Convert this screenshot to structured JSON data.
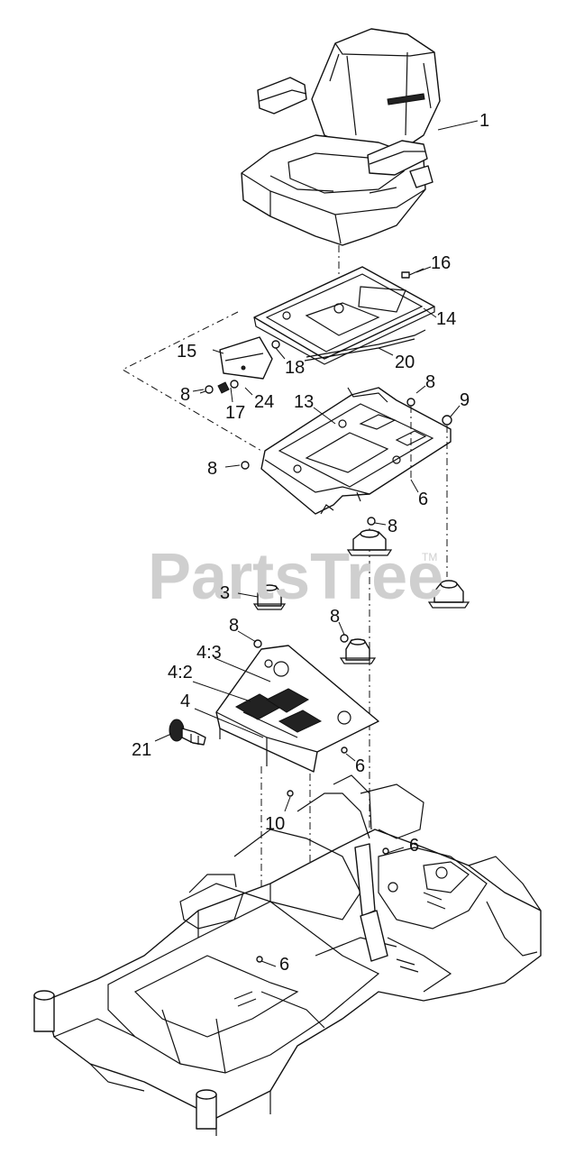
{
  "watermark": {
    "text": "PartsTree",
    "trademark": "TM"
  },
  "callouts": [
    {
      "id": "c1",
      "label": "1"
    },
    {
      "id": "c16",
      "label": "16"
    },
    {
      "id": "c14",
      "label": "14"
    },
    {
      "id": "c15",
      "label": "15"
    },
    {
      "id": "c18",
      "label": "18"
    },
    {
      "id": "c20",
      "label": "20"
    },
    {
      "id": "c8a",
      "label": "8"
    },
    {
      "id": "c17",
      "label": "17"
    },
    {
      "id": "c24",
      "label": "24"
    },
    {
      "id": "c8b",
      "label": "8"
    },
    {
      "id": "c9",
      "label": "9"
    },
    {
      "id": "c13",
      "label": "13"
    },
    {
      "id": "c8c",
      "label": "8"
    },
    {
      "id": "c6a",
      "label": "6"
    },
    {
      "id": "c8d",
      "label": "8"
    },
    {
      "id": "c3",
      "label": "3"
    },
    {
      "id": "c8e",
      "label": "8"
    },
    {
      "id": "c8f",
      "label": "8"
    },
    {
      "id": "c43",
      "label": "4:3"
    },
    {
      "id": "c42",
      "label": "4:2"
    },
    {
      "id": "c4",
      "label": "4"
    },
    {
      "id": "c21",
      "label": "21"
    },
    {
      "id": "c6b",
      "label": "6"
    },
    {
      "id": "c10",
      "label": "10"
    },
    {
      "id": "c6c",
      "label": "6"
    },
    {
      "id": "c6d",
      "label": "6"
    }
  ]
}
